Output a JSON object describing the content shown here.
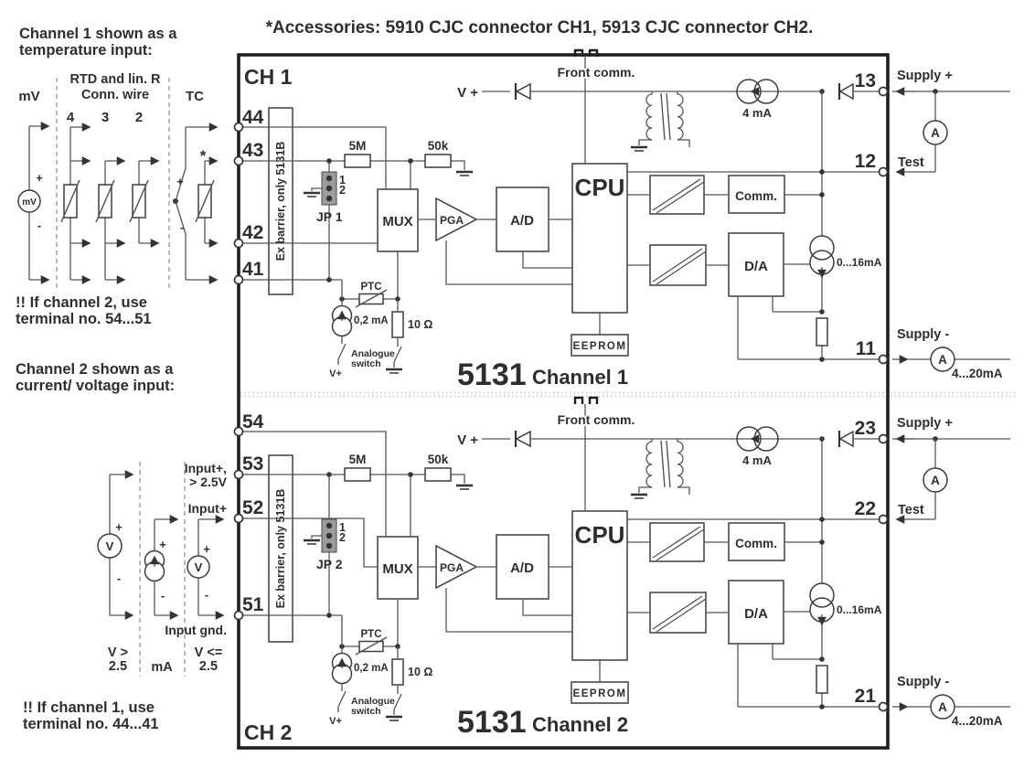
{
  "title": "*Accessories: 5910 CJC connector CH1, 5913 CJC connector CH2.",
  "notes": {
    "ch1_shown_1": "Channel 1 shown as a",
    "ch1_shown_2": "temperature input:",
    "ch2_warn_1": "!! If channel 2, use",
    "ch2_warn_2": "terminal no. 54...51",
    "ch2_shown_1": "Channel 2 shown as a",
    "ch2_shown_2": "current/ voltage input:",
    "ch1_warn_1": "!! If channel 1, use",
    "ch1_warn_2": "terminal no. 44...41"
  },
  "input_section_ch1": {
    "col_mv": "mV",
    "rtd_1": "RTD and lin. R",
    "rtd_2": "Conn. wire",
    "wires_4": "4",
    "wires_3": "3",
    "wires_2": "2",
    "col_tc": "TC",
    "star": "*",
    "plus": "+",
    "minus": "-",
    "mv_source": "mV"
  },
  "input_section_ch2": {
    "input_plus_hv_1": "Input+,",
    "input_plus_hv_2": "> 2.5V",
    "input_plus": "Input+",
    "input_gnd": "Input gnd.",
    "v_gt_1": "V >",
    "v_gt_2": "2.5",
    "ma": "mA",
    "v_le_1": "V <=",
    "v_le_2": "2.5",
    "voltmeter": "V",
    "plus": "+",
    "minus": "-"
  },
  "blocks": {
    "ex_barrier": "Ex barrier, only 5131B",
    "mux": "MUX",
    "pga": "PGA",
    "ad": "A/D",
    "cpu": "CPU",
    "eeprom": "EEPROM",
    "comm": "Comm.",
    "da": "D/A",
    "front_comm": "Front comm.",
    "v_plus": "V +",
    "v_plus_small": "V+",
    "r_5m": "5M",
    "r_50k": "50k",
    "r_10ohm": "10 Ω",
    "ptc": "PTC",
    "i_bias": "0,2 mA",
    "i_4ma": "4 mA",
    "i_out": "0...16mA",
    "analogue_1": "Analogue",
    "analogue_2": "switch",
    "pin1": "1",
    "pin2": "2",
    "model": "5131",
    "ammeter": "A"
  },
  "io": {
    "supply_plus": "Supply +",
    "test": "Test",
    "supply_minus": "Supply -",
    "output_range": "4...20mA"
  },
  "channel1": {
    "name": "CH 1",
    "label": "Channel 1",
    "jumper": "JP 1",
    "t_left": [
      "44",
      "43",
      "42",
      "41"
    ],
    "t_right": [
      "13",
      "12",
      "11"
    ]
  },
  "channel2": {
    "name": "CH 2",
    "label": "Channel 2",
    "jumper": "JP 2",
    "t_left": [
      "54",
      "53",
      "52",
      "51"
    ],
    "t_right": [
      "23",
      "22",
      "21"
    ]
  }
}
